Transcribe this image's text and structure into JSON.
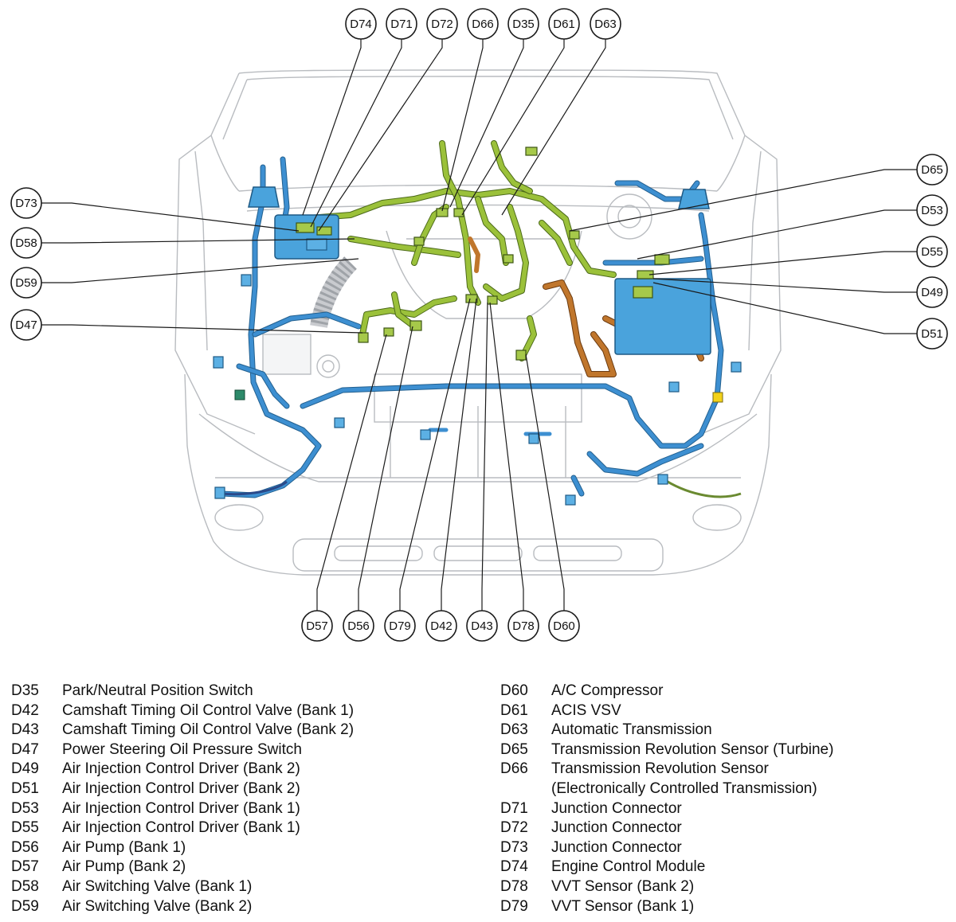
{
  "callouts": {
    "D74": "D74",
    "D71": "D71",
    "D72": "D72",
    "D66": "D66",
    "D35": "D35",
    "D61": "D61",
    "D63": "D63",
    "D73": "D73",
    "D58": "D58",
    "D59": "D59",
    "D47": "D47",
    "D65": "D65",
    "D53": "D53",
    "D55": "D55",
    "D49": "D49",
    "D51": "D51",
    "D57": "D57",
    "D56": "D56",
    "D79": "D79",
    "D42": "D42",
    "D43": "D43",
    "D78": "D78",
    "D60": "D60"
  },
  "legend": {
    "left": [
      {
        "code": "D35",
        "lines": [
          "Park/Neutral Position Switch"
        ]
      },
      {
        "code": "D42",
        "lines": [
          "Camshaft Timing Oil Control Valve (Bank 1)"
        ]
      },
      {
        "code": "D43",
        "lines": [
          "Camshaft Timing Oil Control Valve (Bank 2)"
        ]
      },
      {
        "code": "D47",
        "lines": [
          "Power Steering Oil Pressure Switch"
        ]
      },
      {
        "code": "D49",
        "lines": [
          "Air Injection Control Driver (Bank 2)"
        ]
      },
      {
        "code": "D51",
        "lines": [
          "Air Injection Control Driver (Bank 2)"
        ]
      },
      {
        "code": "D53",
        "lines": [
          "Air Injection Control Driver (Bank 1)"
        ]
      },
      {
        "code": "D55",
        "lines": [
          "Air Injection Control Driver (Bank 1)"
        ]
      },
      {
        "code": "D56",
        "lines": [
          "Air Pump (Bank 1)"
        ]
      },
      {
        "code": "D57",
        "lines": [
          "Air Pump (Bank 2)"
        ]
      },
      {
        "code": "D58",
        "lines": [
          "Air Switching Valve (Bank 1)"
        ]
      },
      {
        "code": "D59",
        "lines": [
          "Air Switching Valve (Bank 2)"
        ]
      }
    ],
    "right": [
      {
        "code": "D60",
        "lines": [
          "A/C Compressor"
        ]
      },
      {
        "code": "D61",
        "lines": [
          "ACIS VSV"
        ]
      },
      {
        "code": "D63",
        "lines": [
          "Automatic Transmission"
        ]
      },
      {
        "code": "D65",
        "lines": [
          "Transmission Revolution Sensor (Turbine)"
        ]
      },
      {
        "code": "D66",
        "lines": [
          "Transmission Revolution Sensor",
          "(Electronically Controlled Transmission)"
        ]
      },
      {
        "code": "D71",
        "lines": [
          "Junction Connector"
        ]
      },
      {
        "code": "D72",
        "lines": [
          "Junction Connector"
        ]
      },
      {
        "code": "D73",
        "lines": [
          "Junction Connector"
        ]
      },
      {
        "code": "D74",
        "lines": [
          "Engine Control Module"
        ]
      },
      {
        "code": "D78",
        "lines": [
          "VVT Sensor (Bank 2)"
        ]
      },
      {
        "code": "D79",
        "lines": [
          "VVT Sensor (Bank 1)"
        ]
      }
    ]
  },
  "colors": {
    "harness_blue": "#3d8fd1",
    "harness_green": "#9bc13a",
    "harness_brown": "#c0762c",
    "ecm_box": "#4aa3dc",
    "vehicle_outline": "#b9bcc0"
  }
}
